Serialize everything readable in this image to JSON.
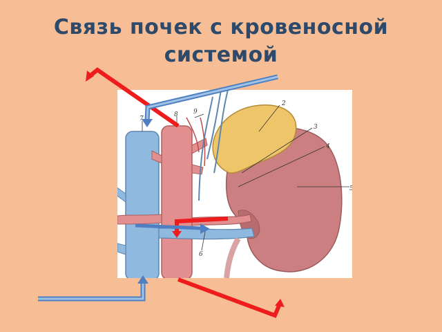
{
  "slide": {
    "title_line1": "Связь почек с кровеносной",
    "title_line2": "системой"
  },
  "illustration": {
    "callouts": [
      "2",
      "3",
      "4",
      "5",
      "6",
      "7",
      "8",
      "9"
    ]
  },
  "colors": {
    "background": "#f7be96",
    "title": "#2e4a6b",
    "vein": "#8fb9de",
    "artery": "#e48f8f",
    "kidney": "#cc7f80",
    "adrenal": "#efc56a",
    "arrow_red": "#ee1c1c",
    "arrow_blue": "#4f7fc0"
  }
}
